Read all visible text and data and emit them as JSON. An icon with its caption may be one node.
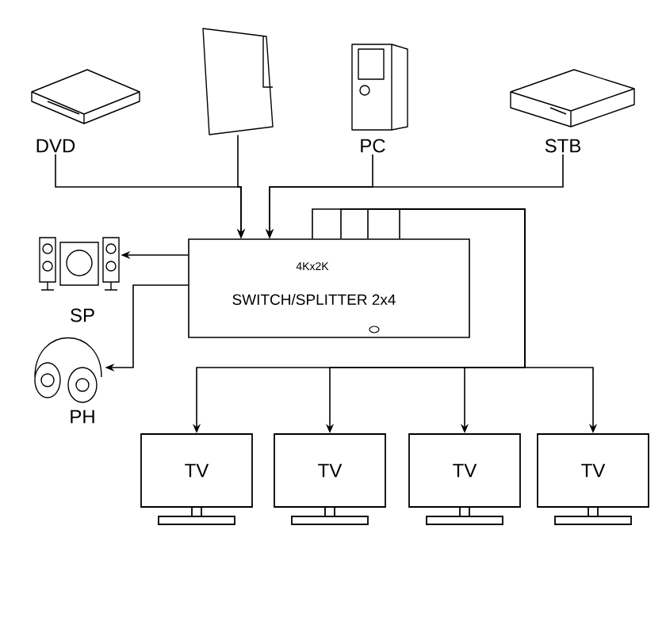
{
  "diagram": {
    "nodes": [
      {
        "text": [
          "DVD"
        ]
      },
      {
        "text": [],
        "shape": "picture"
      },
      {
        "text": [
          "PC"
        ]
      },
      {
        "text": [
          "STB"
        ]
      },
      {
        "text": [
          "4Kx2K",
          "SWITCH/SPLITTER 2x4"
        ]
      },
      {
        "text": [
          "SP"
        ]
      },
      {
        "text": [
          "PH"
        ]
      },
      {
        "text": [
          "TV"
        ]
      },
      {
        "text": [
          "TV"
        ]
      },
      {
        "text": [
          "TV"
        ]
      },
      {
        "text": [
          "TV"
        ]
      }
    ],
    "edges": [
      {
        "from": 0,
        "to": 4,
        "arrow": "to"
      },
      {
        "from": 1,
        "to": 4,
        "arrow": "to"
      },
      {
        "from": 2,
        "to": 4,
        "arrow": "to"
      },
      {
        "from": 3,
        "to": 4,
        "arrow": "to"
      },
      {
        "from": 4,
        "to": 5,
        "arrow": "to"
      },
      {
        "from": 4,
        "to": 6,
        "arrow": "to"
      },
      {
        "from": 4,
        "to": 7,
        "arrow": "to"
      },
      {
        "from": 4,
        "to": 8,
        "arrow": "to"
      },
      {
        "from": 4,
        "to": 9,
        "arrow": "to"
      },
      {
        "from": 4,
        "to": 10,
        "arrow": "to"
      }
    ]
  }
}
